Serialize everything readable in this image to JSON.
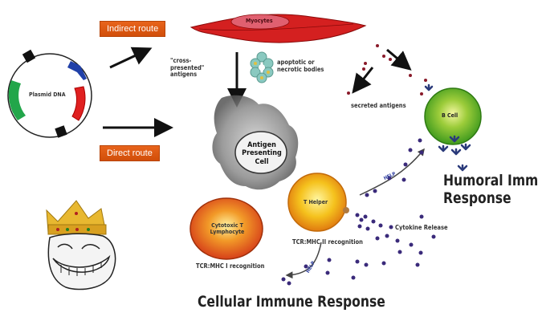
{
  "routes": {
    "indirect": "Indirect route",
    "direct": "Direct route"
  },
  "plasmid": {
    "label": "Plasmid DNA"
  },
  "myocytes": {
    "label": "Myocytes"
  },
  "labels": {
    "cross_presented": "\"cross-presented\" antigens",
    "apoptotic": "apoptotic or necrotic bodies",
    "secreted": "secreted antigens",
    "apc": "Antigen Presenting Cell",
    "b_cell": "B Cell",
    "t_helper": "T Helper",
    "ctl": "Cytotoxic T Lymphocyte",
    "tcr_mhc2": "TCR:MHC II recognition",
    "tcr_mhc1": "TCR:MHC I recognition",
    "cytokine": "Cytokine Release",
    "help1": "HELP",
    "help2": "HELP"
  },
  "headings": {
    "humoral_line1": "Humoral Immune",
    "humoral_line2": "Response",
    "cellular": "Cellular Immune Response"
  },
  "colors": {
    "route_bg": "#e0591a",
    "myocyte": "#d42020",
    "b_cell": "#5cb82c",
    "t_cell": "#f2a21a",
    "ctl": "#e0501e",
    "antigen_dot": "#8a1a2a",
    "cytokine_dot": "#3a2a7a",
    "antibody": "#2a3a7a"
  }
}
